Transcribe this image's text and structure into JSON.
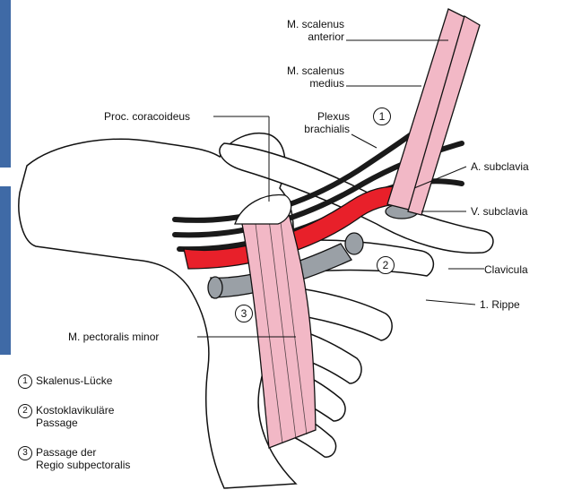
{
  "labels": {
    "scalenus_anterior": "M. scalenus\nanterior",
    "scalenus_medius": "M. scalenus\nmedius",
    "proc_coracoideus": "Proc. coracoideus",
    "plexus_brachialis": "Plexus\nbrachialis",
    "a_subclavia": "A. subclavia",
    "v_subclavia": "V. subclavia",
    "clavicula": "Clavicula",
    "rippe": "1. Rippe",
    "pectoralis_minor": "M. pectoralis minor"
  },
  "markers": {
    "m1": "1",
    "m2": "2",
    "m3": "3"
  },
  "legend": [
    {
      "num": "1",
      "text": "Skalenus-Lücke"
    },
    {
      "num": "2",
      "text": "Kostoklavikuläre\nPassage"
    },
    {
      "num": "3",
      "text": "Passage der\nRegio subpectoralis"
    }
  ],
  "colors": {
    "artery": "#e8202a",
    "vein": "#9aa0a6",
    "muscle": "#f2b8c6",
    "nerve": "#1a1a1a",
    "sidebar": "#3f6aa6"
  }
}
